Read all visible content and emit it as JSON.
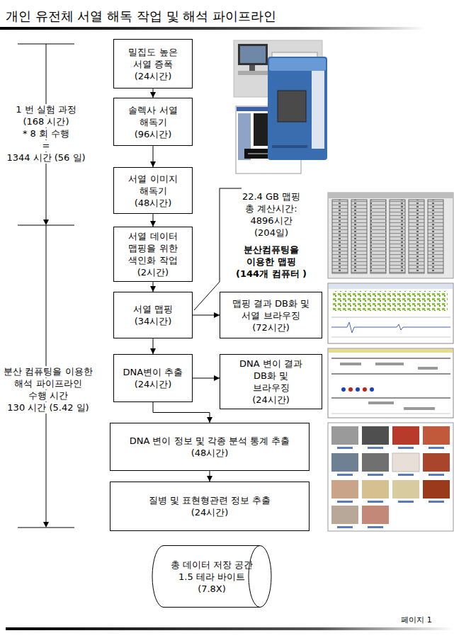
{
  "diagram": {
    "title": "개인 유전체 서열 해독 작업 및 해석 파이프라인",
    "nodes": [
      {
        "text": [
          "밀집도 높은 서열 증폭 (24시간)"
        ]
      },
      {
        "text": [
          "솔렉사 서열 해독기 (96시간)"
        ]
      },
      {
        "text": [
          "서열 이미지 해독기 (48시간)"
        ]
      },
      {
        "text": [
          "서열 데이터 맵핑을 위한 색인화 작업 (2시간)"
        ]
      },
      {
        "text": [
          "서열 맵핑 (34시간)"
        ]
      },
      {
        "text": [
          "맵핑 결과 DB화 및 서열 브라우징 (72시간)"
        ]
      },
      {
        "text": [
          "DNA변이 추출 (24시간)"
        ]
      },
      {
        "text": [
          "DNA 변이 결과 DB화 및 브라우징 (24시간)"
        ]
      },
      {
        "text": [
          "DNA 변이 정보 및 각종 분석 통계 추출 (48시간)"
        ]
      },
      {
        "text": [
          "질병 및 표현형관련 정보 추출 (24시간)"
        ]
      },
      {
        "text": [
          "총 데이터 저장 공간 1.5 테라 바이트 (7.8X)"
        ]
      }
    ],
    "edges": [
      {
        "from": 0,
        "to": 1,
        "arrow": "to"
      },
      {
        "from": 1,
        "to": 2,
        "arrow": "to"
      },
      {
        "from": 2,
        "to": 3,
        "arrow": "to"
      },
      {
        "from": 3,
        "to": 4,
        "arrow": "to"
      },
      {
        "from": 4,
        "to": 5,
        "arrow": "to"
      },
      {
        "from": 4,
        "to": 6,
        "arrow": "to"
      },
      {
        "from": 6,
        "to": 7,
        "arrow": "to"
      },
      {
        "from": 6,
        "to": 8,
        "arrow": "to"
      },
      {
        "from": 8,
        "to": 9,
        "arrow": "to"
      }
    ],
    "labels": [
      "1 번 실험 과정",
      "(168 시간)",
      "* 8 회 수행",
      "=",
      "1344 시간 (56 일)",
      "22.4 GB 맵핑",
      "총 계산시간:",
      "4896시간",
      "(204일)",
      "분산컴퓨팅을",
      "이용한 맵핑",
      "(144개 컴퓨터 )",
      "분산 컴퓨팅을 이용한",
      "해석 파이프라인",
      "수행 시간",
      "130 시간 (5.42 일)",
      "페이지 1"
    ]
  }
}
